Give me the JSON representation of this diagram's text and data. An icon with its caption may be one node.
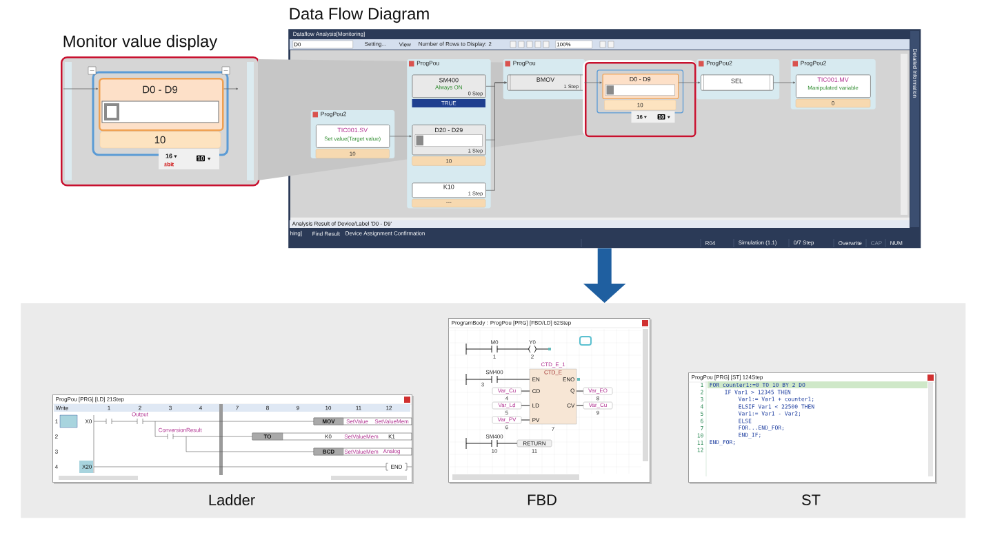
{
  "diagram": {
    "nodes": [
      {
        "text": [
          "Monitor value display"
        ]
      },
      {
        "text": [
          "D0 - D9",
          "10"
        ],
        "beside": [
          "16",
          "±bit",
          "10"
        ],
        "in": 0
      },
      {
        "text": [
          "Data Flow Diagram",
          "Dataflow Analysis[Monitoring]"
        ]
      },
      {
        "text": [
          "ProgPou2"
        ],
        "in": 2
      },
      {
        "text": [
          "TIC001.SV",
          "Set value(Target value)",
          "10"
        ],
        "in": 3
      },
      {
        "text": [
          "ProgPou"
        ],
        "in": 2
      },
      {
        "text": [
          "SM400",
          "Always ON",
          "0 Step",
          "TRUE"
        ],
        "in": 5
      },
      {
        "text": [
          "D20 - D29",
          "1 Step",
          "10"
        ],
        "in": 5
      },
      {
        "text": [
          "K10",
          "1 Step",
          "---"
        ],
        "in": 5
      },
      {
        "text": [
          "ProgPou"
        ],
        "in": 2
      },
      {
        "text": [
          "BMOV",
          "1 Step"
        ],
        "in": 9
      },
      {
        "text": [],
        "shape": "box",
        "in": 2
      },
      {
        "text": [
          "D0 - D9",
          "10"
        ],
        "beside": [
          "16",
          "10"
        ],
        "in": 11
      },
      {
        "text": [
          "ProgPou2"
        ],
        "in": 2
      },
      {
        "text": [
          "SEL"
        ],
        "in": 13
      },
      {
        "text": [
          "ProgPou2"
        ],
        "in": 2
      },
      {
        "text": [
          "TIC001.MV",
          "Manipulated variable",
          "0"
        ],
        "in": 15
      },
      {
        "text": [],
        "shape": "box"
      },
      {
        "text": [
          "ProgPou [PRG] [LD] 21Step"
        ],
        "beside": [
          "Ladder"
        ],
        "in": 17
      },
      {
        "text": [
          "ProgramBody : ProgPou [PRG] [FBD/LD] 62Step"
        ],
        "beside": [
          "FBD"
        ],
        "in": 17
      },
      {
        "text": [
          "ProgPou [PRG] [ST] 124Step"
        ],
        "beside": [
          "ST"
        ],
        "in": 17
      }
    ],
    "edges": [
      {
        "from": null,
        "to": 1,
        "arrow": "to"
      },
      {
        "from": 1,
        "to": null,
        "arrow": "to"
      },
      {
        "from": 4,
        "to": 7,
        "arrow": "to"
      },
      {
        "from": 6,
        "to": 10,
        "arrow": "to"
      },
      {
        "from": 7,
        "to": 10,
        "arrow": "to"
      },
      {
        "from": 8,
        "to": 10,
        "arrow": "to"
      },
      {
        "from": 10,
        "to": 12,
        "arrow": "to"
      },
      {
        "from": 12,
        "to": 14,
        "arrow": "to"
      },
      {
        "from": 14,
        "to": 16,
        "arrow": "to"
      },
      {
        "from": 2,
        "to": 17,
        "arrow": "to",
        "style": "thick",
        "color": "#1f5fa0"
      }
    ],
    "labels": [
      "D0",
      "Setting...",
      "View",
      "Number of Rows to Display: 2",
      "100%",
      "Analysis Result of Device/Label 'D0 - D9'",
      "hing]",
      "Find Result",
      "Device Assignment Confirmation",
      "R04",
      "Simulation (1.1)",
      "0/7 Step",
      "Overwrite",
      "CAP",
      "NUM",
      "Detailed Information",
      "Write",
      "1",
      "2",
      "3",
      "4",
      "7",
      "8",
      "9",
      "10",
      "11",
      "12",
      "1",
      "2",
      "3",
      "4",
      "X0",
      "Output",
      "ConversionResult",
      "MOV",
      "SetValue",
      "SetValueMem",
      "TO",
      "K0",
      "SetValueMem",
      "K1",
      "BCD",
      "SetValueMem",
      "Analog",
      "X20",
      "END",
      "M0",
      "Y0",
      "1",
      "2",
      "CTD_E_1",
      "SM400",
      "CTD_E",
      "EN",
      "ENO",
      "3",
      "Var_Cu",
      "CD",
      "Q",
      "Var_EO",
      "4",
      "8",
      "Var_Ld",
      "LD",
      "CV",
      "Var_Cu",
      "5",
      "9",
      "Var_PV",
      "PV",
      "6",
      "7",
      "SM400",
      "RETURN",
      "10",
      "11",
      "1",
      "FOR counter1:=0 TO 10 BY 2 DO",
      "2",
      "IF Var1 > 12345 THEN",
      "3",
      "Var1:= Var1 + counter1;",
      "4",
      "ELSIF Var1 < 22500 THEN",
      "5",
      "Var1:= Var1 - Var2;",
      "6",
      "ELSE",
      "7",
      "FOR...END_FOR;",
      "10",
      "END_IF;",
      "11",
      "END_FOR;",
      "12"
    ]
  }
}
